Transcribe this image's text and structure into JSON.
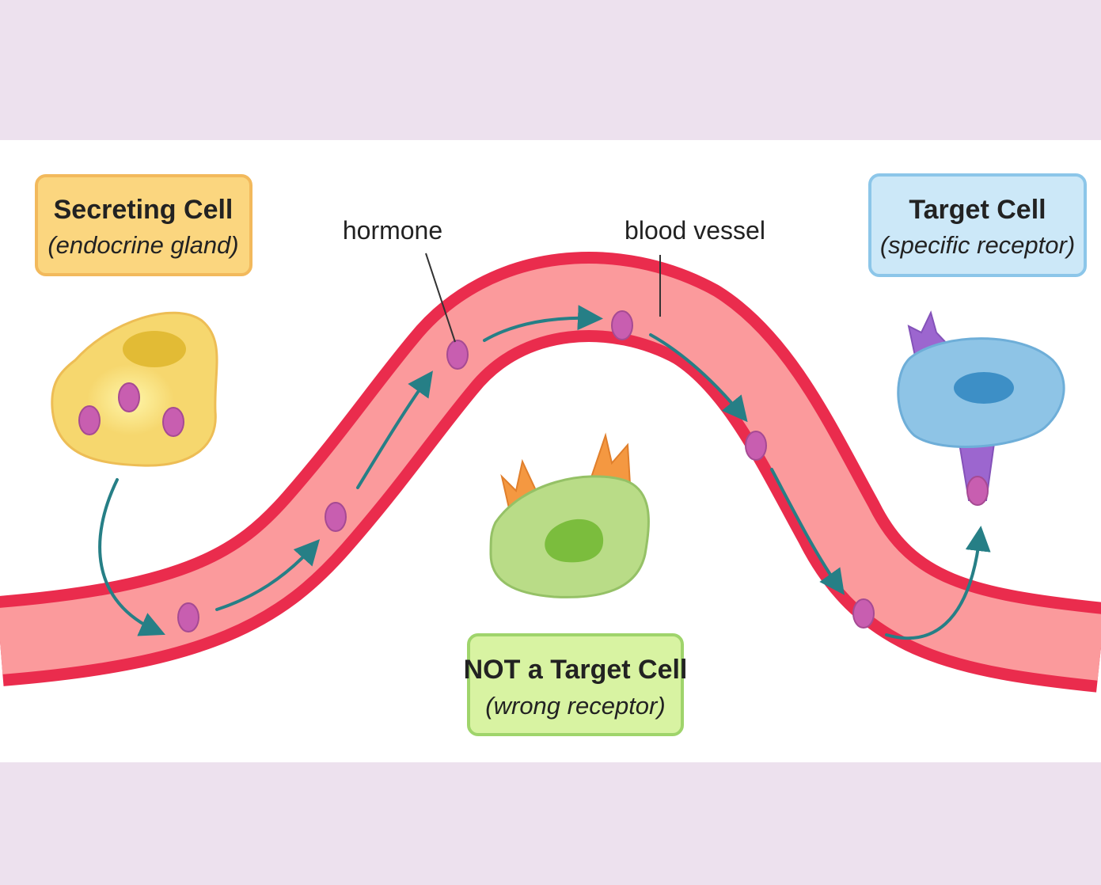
{
  "labels": {
    "secreting": {
      "title": "Secreting Cell",
      "subtitle": "(endocrine gland)"
    },
    "target": {
      "title": "Target Cell",
      "subtitle": "(specific receptor)"
    },
    "not_target": {
      "title_bold": "NOT",
      "title_rest": " a Target Cell",
      "subtitle": "(wrong receptor)"
    },
    "hormone": "hormone",
    "blood_vessel": "blood vessel"
  },
  "colors": {
    "frame": "#ede1ee",
    "panel": "#ffffff",
    "vessel_wall": "#ea2c4d",
    "vessel_lumen": "#fb9a9c",
    "hormone": "#c85eb0",
    "arrow": "#267f86",
    "secreting_cell": "#f6d76e",
    "secreting_nucleus": "#e2bb35",
    "target_cell": "#8ec4e6",
    "target_nucleus": "#3d8fc6",
    "target_receptor": "#9c66cf",
    "nontarget_cell": "#b9dc87",
    "nontarget_nucleus": "#7bbd3d",
    "nontarget_receptor": "#f49841",
    "box_secreting_fill": "#fbd67f",
    "box_secreting_stroke": "#f2b95c",
    "box_target_fill": "#cce8f8",
    "box_target_stroke": "#8cc6e9",
    "box_nontarget_fill": "#d8f3a2",
    "box_nontarget_stroke": "#9fd46b"
  }
}
